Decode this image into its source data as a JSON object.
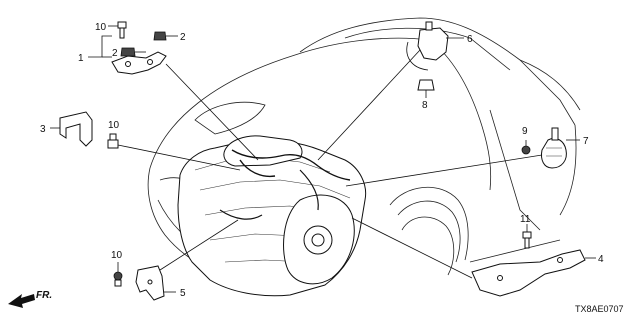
{
  "callouts": [
    {
      "id": "c1",
      "text": "1"
    },
    {
      "id": "c2a",
      "text": "2"
    },
    {
      "id": "c2b",
      "text": "2"
    },
    {
      "id": "c3",
      "text": "3"
    },
    {
      "id": "c4",
      "text": "4"
    },
    {
      "id": "c5",
      "text": "5"
    },
    {
      "id": "c6",
      "text": "6"
    },
    {
      "id": "c7",
      "text": "7"
    },
    {
      "id": "c8",
      "text": "8"
    },
    {
      "id": "c9",
      "text": "9"
    },
    {
      "id": "c10a",
      "text": "10"
    },
    {
      "id": "c10b",
      "text": "10"
    },
    {
      "id": "c10c",
      "text": "10"
    },
    {
      "id": "c11",
      "text": "11"
    }
  ],
  "diagram_code": "TX8AE0707",
  "direction_label": "FR."
}
